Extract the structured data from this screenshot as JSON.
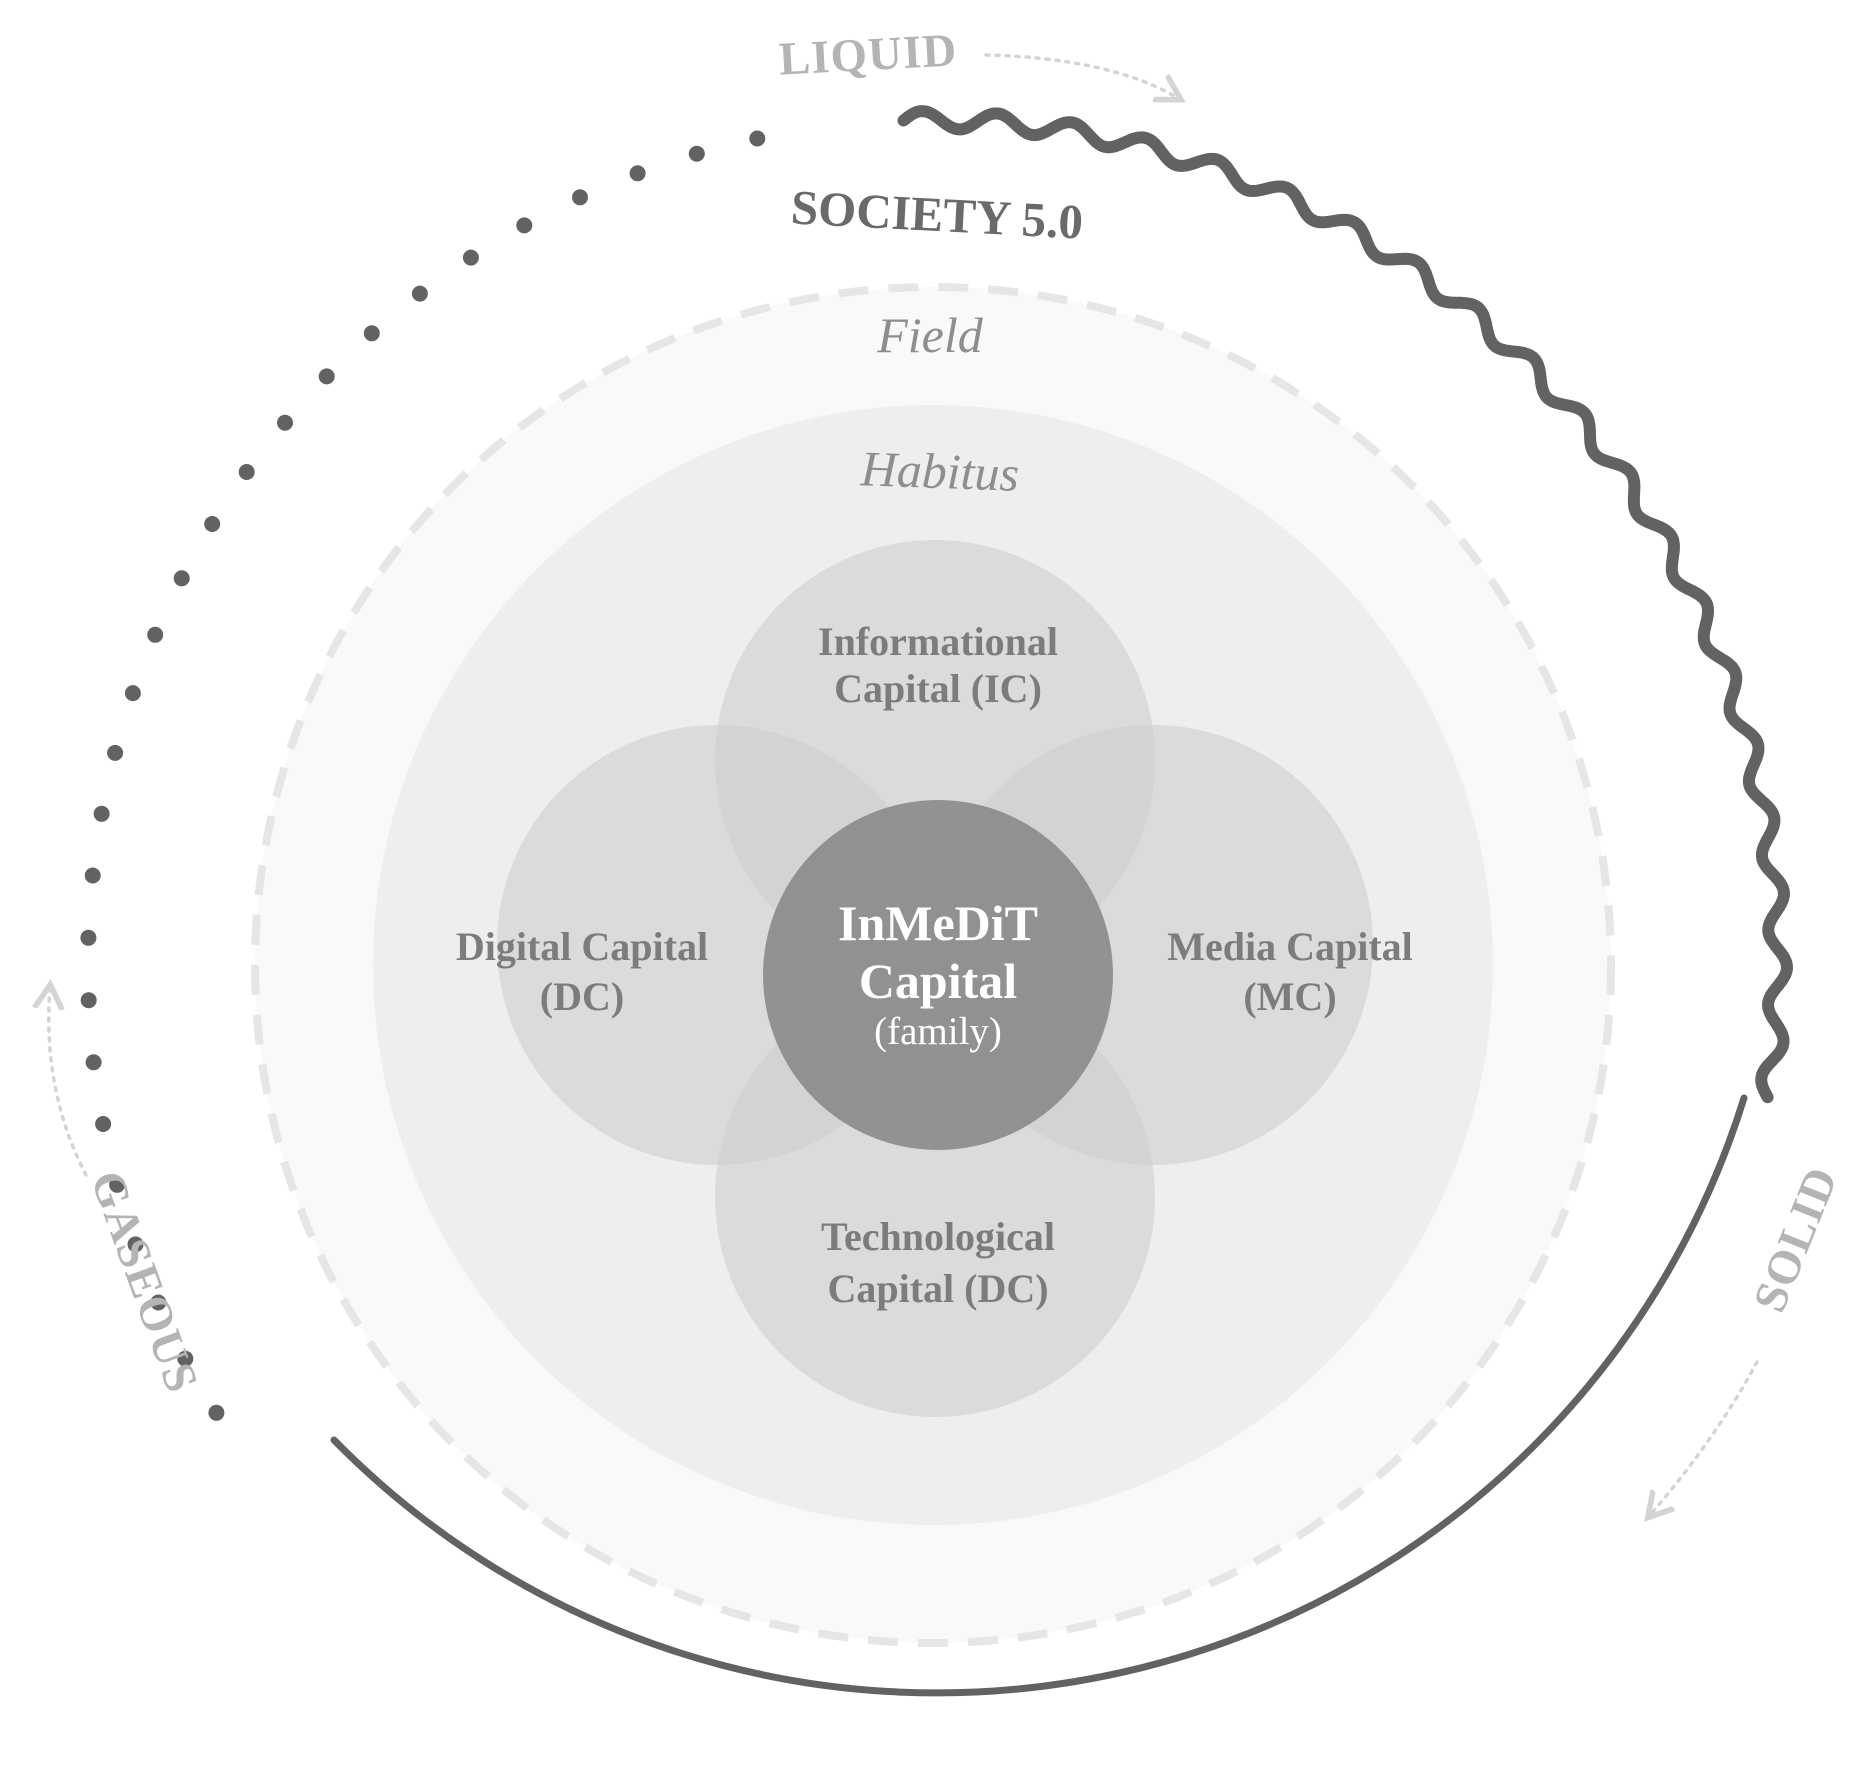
{
  "states": {
    "liquid": "LIQUID",
    "solid": "SOLID",
    "gaseous": "GASEOUS"
  },
  "society_label": "SOCIETY 5.0",
  "field_label": "Field",
  "habitus_label": "Habitus",
  "capitals": {
    "informational": {
      "line1": "Informational",
      "line2": "Capital (IC)"
    },
    "digital": {
      "line1": "Digital Capital",
      "line2": "(DC)"
    },
    "media": {
      "line1": "Media Capital",
      "line2": "(MC)"
    },
    "technological": {
      "line1": "Technological",
      "line2": "Capital (DC)"
    }
  },
  "center": {
    "line1": "InMeDiT",
    "line2": "Capital",
    "line3": "(family)"
  },
  "colors": {
    "ring_dark": "#626262",
    "field_fill": "#f9f9f9",
    "habitus_fill": "#eeeeee",
    "capital_fill": "#d6d6d6",
    "center_fill": "#8c8c8c",
    "state_text": "#b4b4b4"
  }
}
